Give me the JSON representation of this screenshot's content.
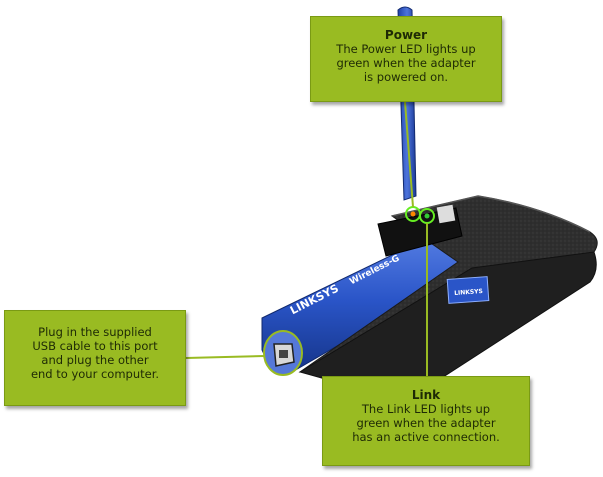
{
  "callouts": {
    "power": {
      "title": "Power",
      "body": "The Power LED lights up\ngreen when the adapter\nis powered on."
    },
    "usb": {
      "body": "Plug in the supplied\nUSB cable to this port\nand plug the other\nend to your computer."
    },
    "link": {
      "title": "Link",
      "body": "The Link LED lights up\ngreen when the adapter\nhas an active connection."
    }
  },
  "device": {
    "brand_text": "LINKSYS",
    "model_text": "Wireless-G",
    "badge_text": "LINKSYS",
    "colors": {
      "body_blue": "#2a55c8",
      "top_dark": "#2b2b2b",
      "callout_green": "#99bb22",
      "led_ring": "#66ee22"
    }
  }
}
